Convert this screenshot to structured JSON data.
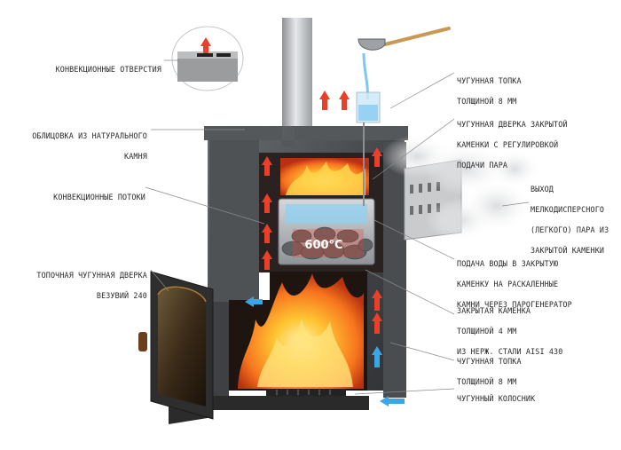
{
  "labels": {
    "convection_holes": "КОНВЕКЦИОННЫЕ ОТВЕРСТИЯ",
    "stone_cladding": [
      "ОБЛИЦОВКА ИЗ НАТУРАЛЬНОГО",
      "КАМНЯ"
    ],
    "convection_flows": "КОНВЕКЦИОННЫЕ ПОТОКИ",
    "firebox_door": [
      "ТОПОЧНАЯ ЧУГУННАЯ ДВЕРКА",
      "ВЕЗУВИЙ 240"
    ],
    "cast_firebox_top": [
      "ЧУГУННАЯ ТОПКА",
      "ТОЛЩИНОЙ 8 ММ"
    ],
    "closed_heater_door": [
      "ЧУГУННАЯ ДВЕРКА ЗАКРЫТОЙ",
      "КАМЕНКИ С РЕГУЛИРОВКОЙ",
      "ПОДАЧИ ПАРА"
    ],
    "steam_outlet": [
      "ВЫХОД",
      "МЕЛКОДИСПЕРСНОГО",
      "(ЛЕГКОГО) ПАРА ИЗ",
      "ЗАКРЫТОЙ КАМЕНКИ"
    ],
    "water_supply": [
      "ПОДАЧА ВОДЫ В ЗАКРЫТУЮ",
      "КАМЕНКУ НА РАСКАЛЕННЫЕ",
      "КАМНИ ЧЕРЕЗ ПАРОГЕНЕРАТОР"
    ],
    "closed_heater": [
      "ЗАКРЫТАЯ КАМЕНКА",
      "ТОЛЩИНОЙ 4 ММ",
      "ИЗ НЕРЖ. СТАЛИ AISI 430"
    ],
    "cast_firebox_bottom": [
      "ЧУГУННАЯ ТОПКА",
      "ТОЛЩИНОЙ 8 ММ"
    ],
    "cast_grate": "ЧУГУННЫЙ КОЛОСНИК"
  },
  "temperature": "600°C",
  "colors": {
    "label_text": "#2a2a2a",
    "leader_line": "#8a8a8a",
    "stone": "#3f4143",
    "stone_light": "#5a5d60",
    "flame": "#f7931e",
    "flame_core": "#ffd34d",
    "hot_arrow": "#e8402a",
    "cold_arrow": "#3aa6e8",
    "steel": "#b9bcc0",
    "water": "#7ec8f0"
  },
  "icons": [
    "hot-air-arrow-icon",
    "cold-air-arrow-icon",
    "ladle-icon",
    "steam-cloud-icon"
  ]
}
